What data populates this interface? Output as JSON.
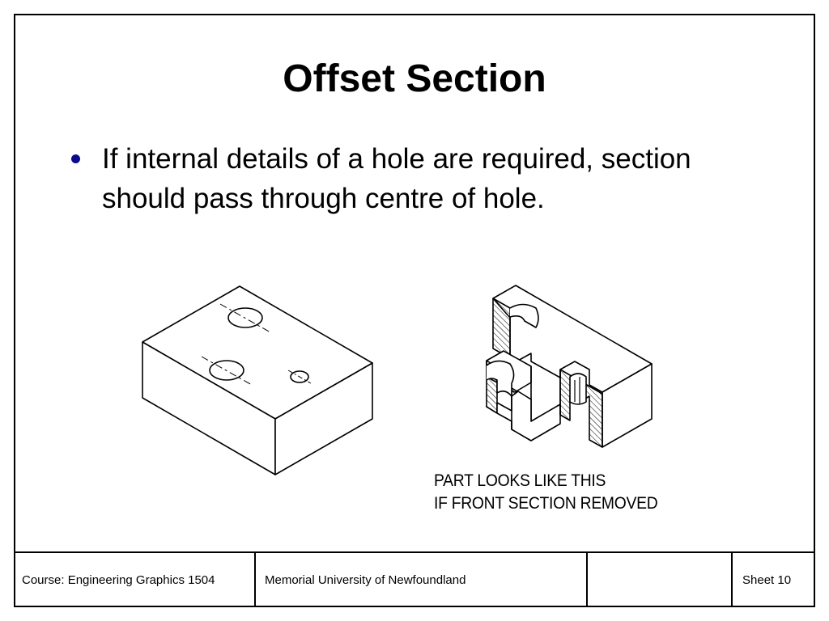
{
  "slide": {
    "title": "Offset Section",
    "bullets": [
      {
        "text": "If internal details of a hole are required, section should pass through centre of hole."
      }
    ],
    "figure_caption": [
      "PART LOOKS LIKE THIS",
      "IF FRONT SECTION REMOVED"
    ]
  },
  "footer": {
    "course": "Course: Engineering Graphics 1504",
    "university": "Memorial University of Newfoundland",
    "empty_cell": "",
    "sheet_label": "Sheet",
    "sheet_number": "10"
  },
  "colors": {
    "bullet": "#0a0a8c",
    "line": "#000000",
    "background": "#ffffff"
  }
}
